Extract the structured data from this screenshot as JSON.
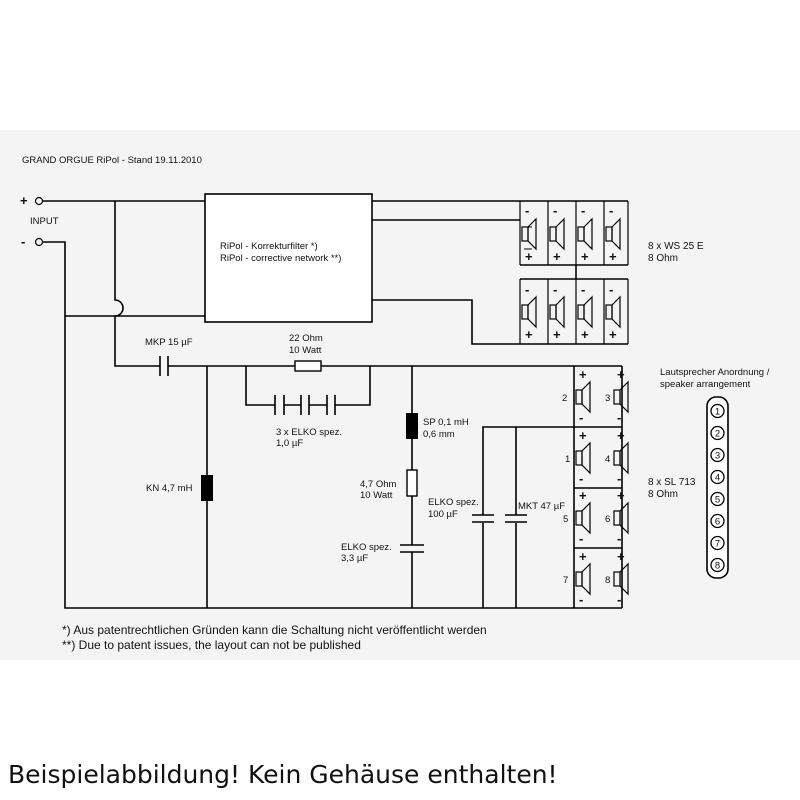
{
  "title": "GRAND ORGUE RiPol - Stand 19.11.2010",
  "input": {
    "plus": "+",
    "minus": "-",
    "label": "INPUT"
  },
  "filter_box": {
    "line1": "RiPol - Korrekturfilter  *)",
    "line2": "RiPol - corrective network  **)"
  },
  "ws_group": {
    "label1": "8 x WS 25 E",
    "label2": "8 Ohm"
  },
  "sl_group": {
    "label1": "8 x SL 713",
    "label2": "8 Ohm"
  },
  "components": {
    "mkp": "MKP 15 µF",
    "r22_line1": "22 Ohm",
    "r22_line2": "10 Watt",
    "elko3_line1": "3 x ELKO spez.",
    "elko3_line2": "1,0 µF",
    "kn": "KN 4,7 mH",
    "sp_line1": "SP 0,1 mH",
    "sp_line2": "0,6 mm",
    "r47_line1": "4,7 Ohm",
    "r47_line2": "10 Watt",
    "elko33_line1": "ELKO spez.",
    "elko33_line2": "3,3 µF",
    "elko100_line1": "ELKO spez.",
    "elko100_line2": "100 µF",
    "mkt": "MKT 47 µF"
  },
  "arrangement": {
    "label1": "Lautsprecher Anordnung /",
    "label2": "speaker arrangement",
    "positions": [
      "1",
      "2",
      "3",
      "4",
      "5",
      "6",
      "7",
      "8"
    ]
  },
  "speaker_numbers": {
    "s2": "2",
    "s3": "3",
    "s1": "1",
    "s4": "4",
    "s5": "5",
    "s6": "6",
    "s7": "7",
    "s8": "8"
  },
  "notes": {
    "de": "*) Aus patentrechtlichen Gründen kann die Schaltung nicht veröffentlicht werden",
    "en": "**) Due to patent issues, the layout can not be published"
  },
  "caption": "Beispielabbildung! Kein Gehäuse enthalten!",
  "colors": {
    "panel_background": "#f4f4f4",
    "ink": "#000000"
  }
}
